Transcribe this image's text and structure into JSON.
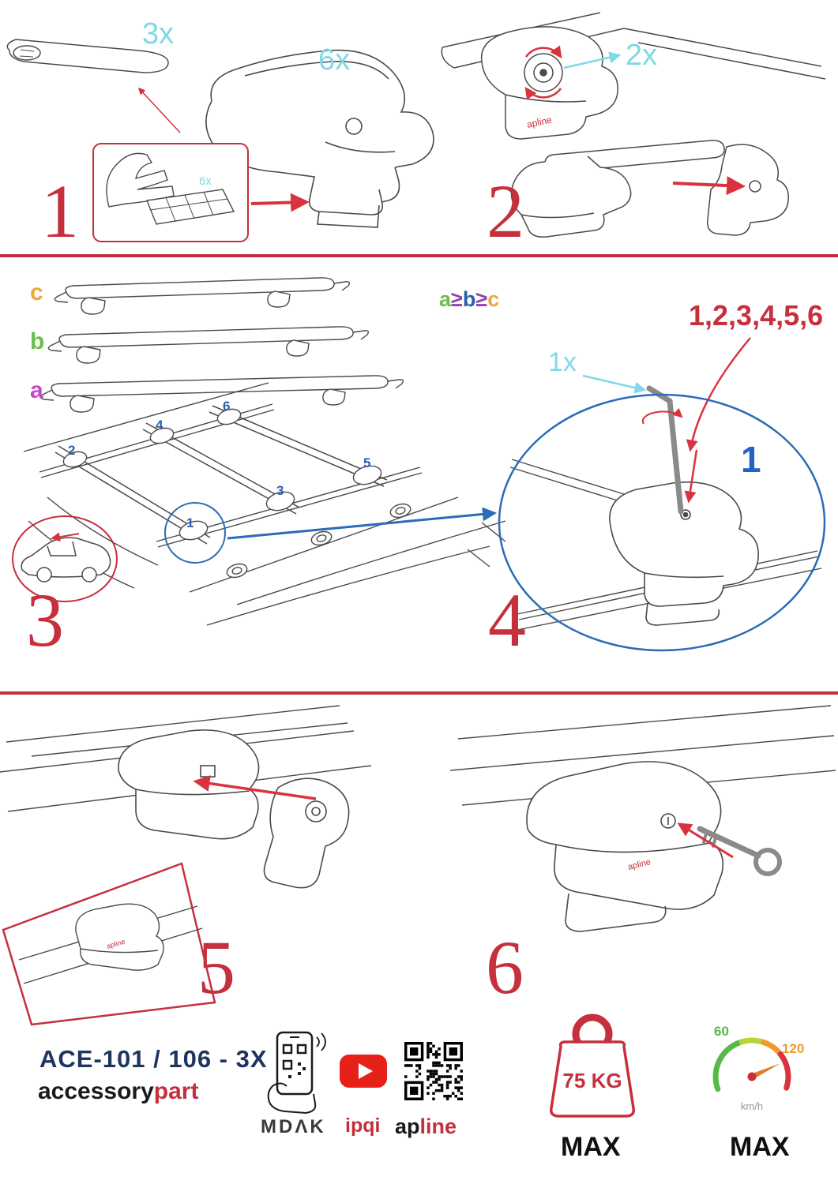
{
  "colors": {
    "accent_red": "#c5303c",
    "arrow_red": "#d8333f",
    "cyan": "#7fd9e6",
    "blue": "#2b5fac",
    "blue_bright": "#2263c4",
    "navy": "#1e3560",
    "green": "#6abf4b",
    "orange": "#f2a33c",
    "magenta": "#cc44cc",
    "youtube_red": "#e62117"
  },
  "steps": {
    "s1": {
      "number": "1",
      "bar_qty": "3x",
      "foot_qty": "6x",
      "pad_qty": "6x"
    },
    "s2": {
      "number": "2",
      "torque_qty": "2x"
    },
    "s3": {
      "number": "3",
      "bar_label_c": "c",
      "bar_label_b": "b",
      "bar_label_a": "a",
      "rule_a": "a",
      "rule_ge1": "≥",
      "rule_b": "b",
      "rule_ge2": "≥",
      "rule_c": "c",
      "pos1": "1",
      "pos2": "2",
      "pos3": "3",
      "pos4": "4",
      "pos5": "5",
      "pos6": "6"
    },
    "s4": {
      "number": "4",
      "sequence": "1,2,3,4,5,6",
      "tool_qty": "1x",
      "first_pos": "1"
    },
    "s5": {
      "number": "5"
    },
    "s6": {
      "number": "6"
    }
  },
  "logos": {
    "foot": "apline"
  },
  "footer": {
    "model": "ACE-101 / 106 - 3X",
    "brand_accessory": "accessory",
    "brand_part": "part",
    "logo_mdak": "MDΛK",
    "logo_ipqi": "ipqi",
    "logo_ap": "ap",
    "logo_line": "line",
    "weight_limit": "75 KG",
    "weight_max": "MAX",
    "speed_low": "60",
    "speed_high": "120",
    "speed_unit": "km/h",
    "speed_max": "MAX"
  }
}
